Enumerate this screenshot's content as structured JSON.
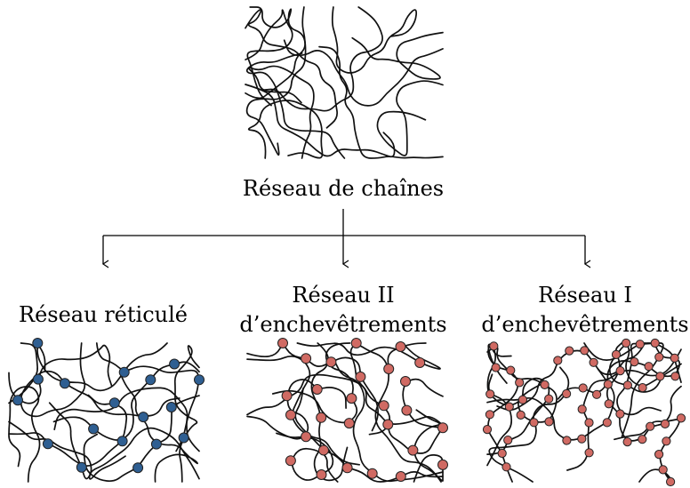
{
  "top": {
    "label": "Réseau de chaînes"
  },
  "panels": [
    {
      "key": "reticule",
      "label_lines": [
        "Réseau réticulé"
      ],
      "node_color": "#2f5f92",
      "node_count": 18
    },
    {
      "key": "enchev_ii",
      "label_lines": [
        "Réseau II",
        "d’enchevêtrements"
      ],
      "node_color": "#d06a63",
      "node_count": 28
    },
    {
      "key": "enchev_i",
      "label_lines": [
        "Réseau I",
        "d’enchevêtrements"
      ],
      "node_color": "#d06a63",
      "node_count": 55
    }
  ]
}
